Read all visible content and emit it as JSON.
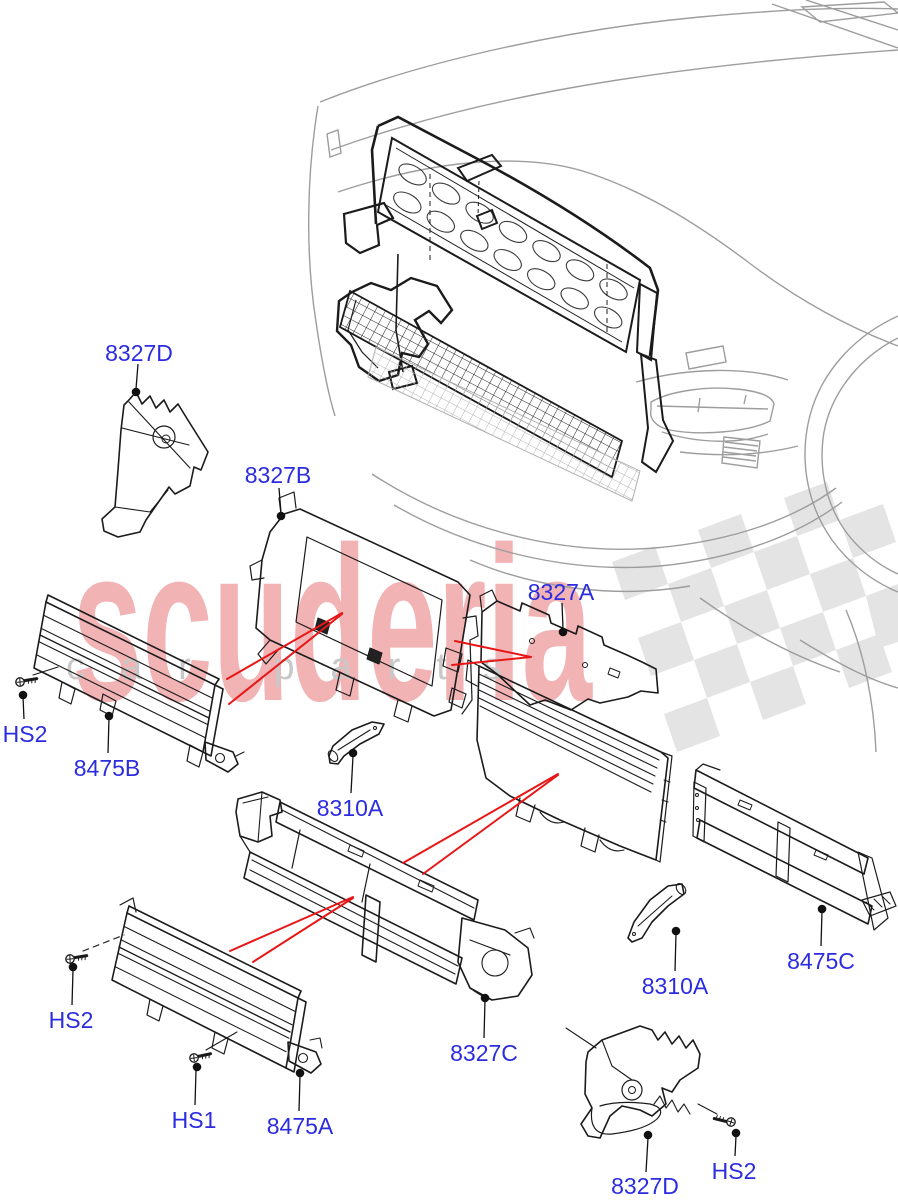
{
  "watermark": {
    "brand": "scuderia",
    "subtitle": "car parts",
    "brand_color": "#f2b3b5",
    "subtitle_color": "#c8c8c8",
    "flag_color": "#e4e4e4"
  },
  "colors": {
    "label_blue": "#2b2be0",
    "pointer_red": "#e81616",
    "line_black": "#1b1b1b",
    "vehicle_gray": "#9d9d9d"
  },
  "labels": [
    {
      "id": "8327D-top",
      "text": "8327D"
    },
    {
      "id": "8327B",
      "text": "8327B"
    },
    {
      "id": "8327A",
      "text": "8327A"
    },
    {
      "id": "HS2-left",
      "text": "HS2"
    },
    {
      "id": "8475B",
      "text": "8475B"
    },
    {
      "id": "8310A-mid",
      "text": "8310A"
    },
    {
      "id": "8475C",
      "text": "8475C"
    },
    {
      "id": "8310A-right",
      "text": "8310A"
    },
    {
      "id": "8327C",
      "text": "8327C"
    },
    {
      "id": "HS2-bottom-left",
      "text": "HS2"
    },
    {
      "id": "HS1",
      "text": "HS1"
    },
    {
      "id": "8475A",
      "text": "8475A"
    },
    {
      "id": "8327D-bottom",
      "text": "8327D"
    },
    {
      "id": "HS2-bottom-right",
      "text": "HS2"
    }
  ]
}
